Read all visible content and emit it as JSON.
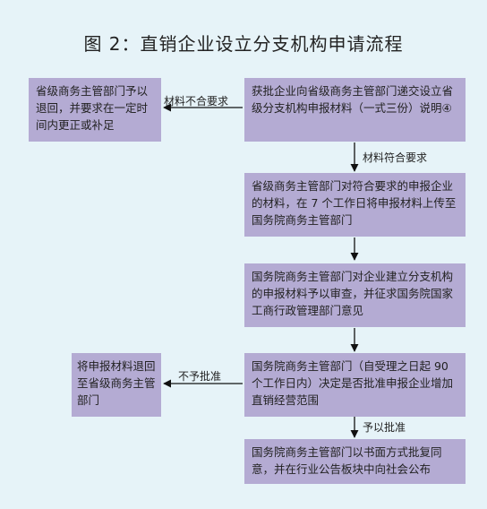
{
  "title": "图 2：直销企业设立分支机构申请流程",
  "nodes": {
    "return_correct": "省级商务主管部门予以退回，并要求在一定时间内更正或补足",
    "submit": "获批企业向省级商务主管部门递交设立省级分支机构申报材料（一式三份）说明④",
    "upload": "省级商务主管部门对符合要求的申报企业的材料，在 7 个工作日将申报材料上传至国务院商务主管部门",
    "review": "国务院商务主管部门对企业建立分支机构的申报材料予以审查，并征求国务院国家工商行政管理部门意见",
    "decide": "国务院商务主管部门（自受理之日起 90 个工作日内）决定是否批准申报企业增加直销经营范围",
    "return_rejected": "将申报材料退回至省级商务主管部门",
    "approve": "国务院商务主管部门以书面方式批复同意，并在行业公告板块中向社会公布"
  },
  "edges": {
    "not_compliant": "材料不合要求",
    "compliant": "材料符合要求",
    "rejected": "不予批准",
    "approved": "予以批准"
  }
}
